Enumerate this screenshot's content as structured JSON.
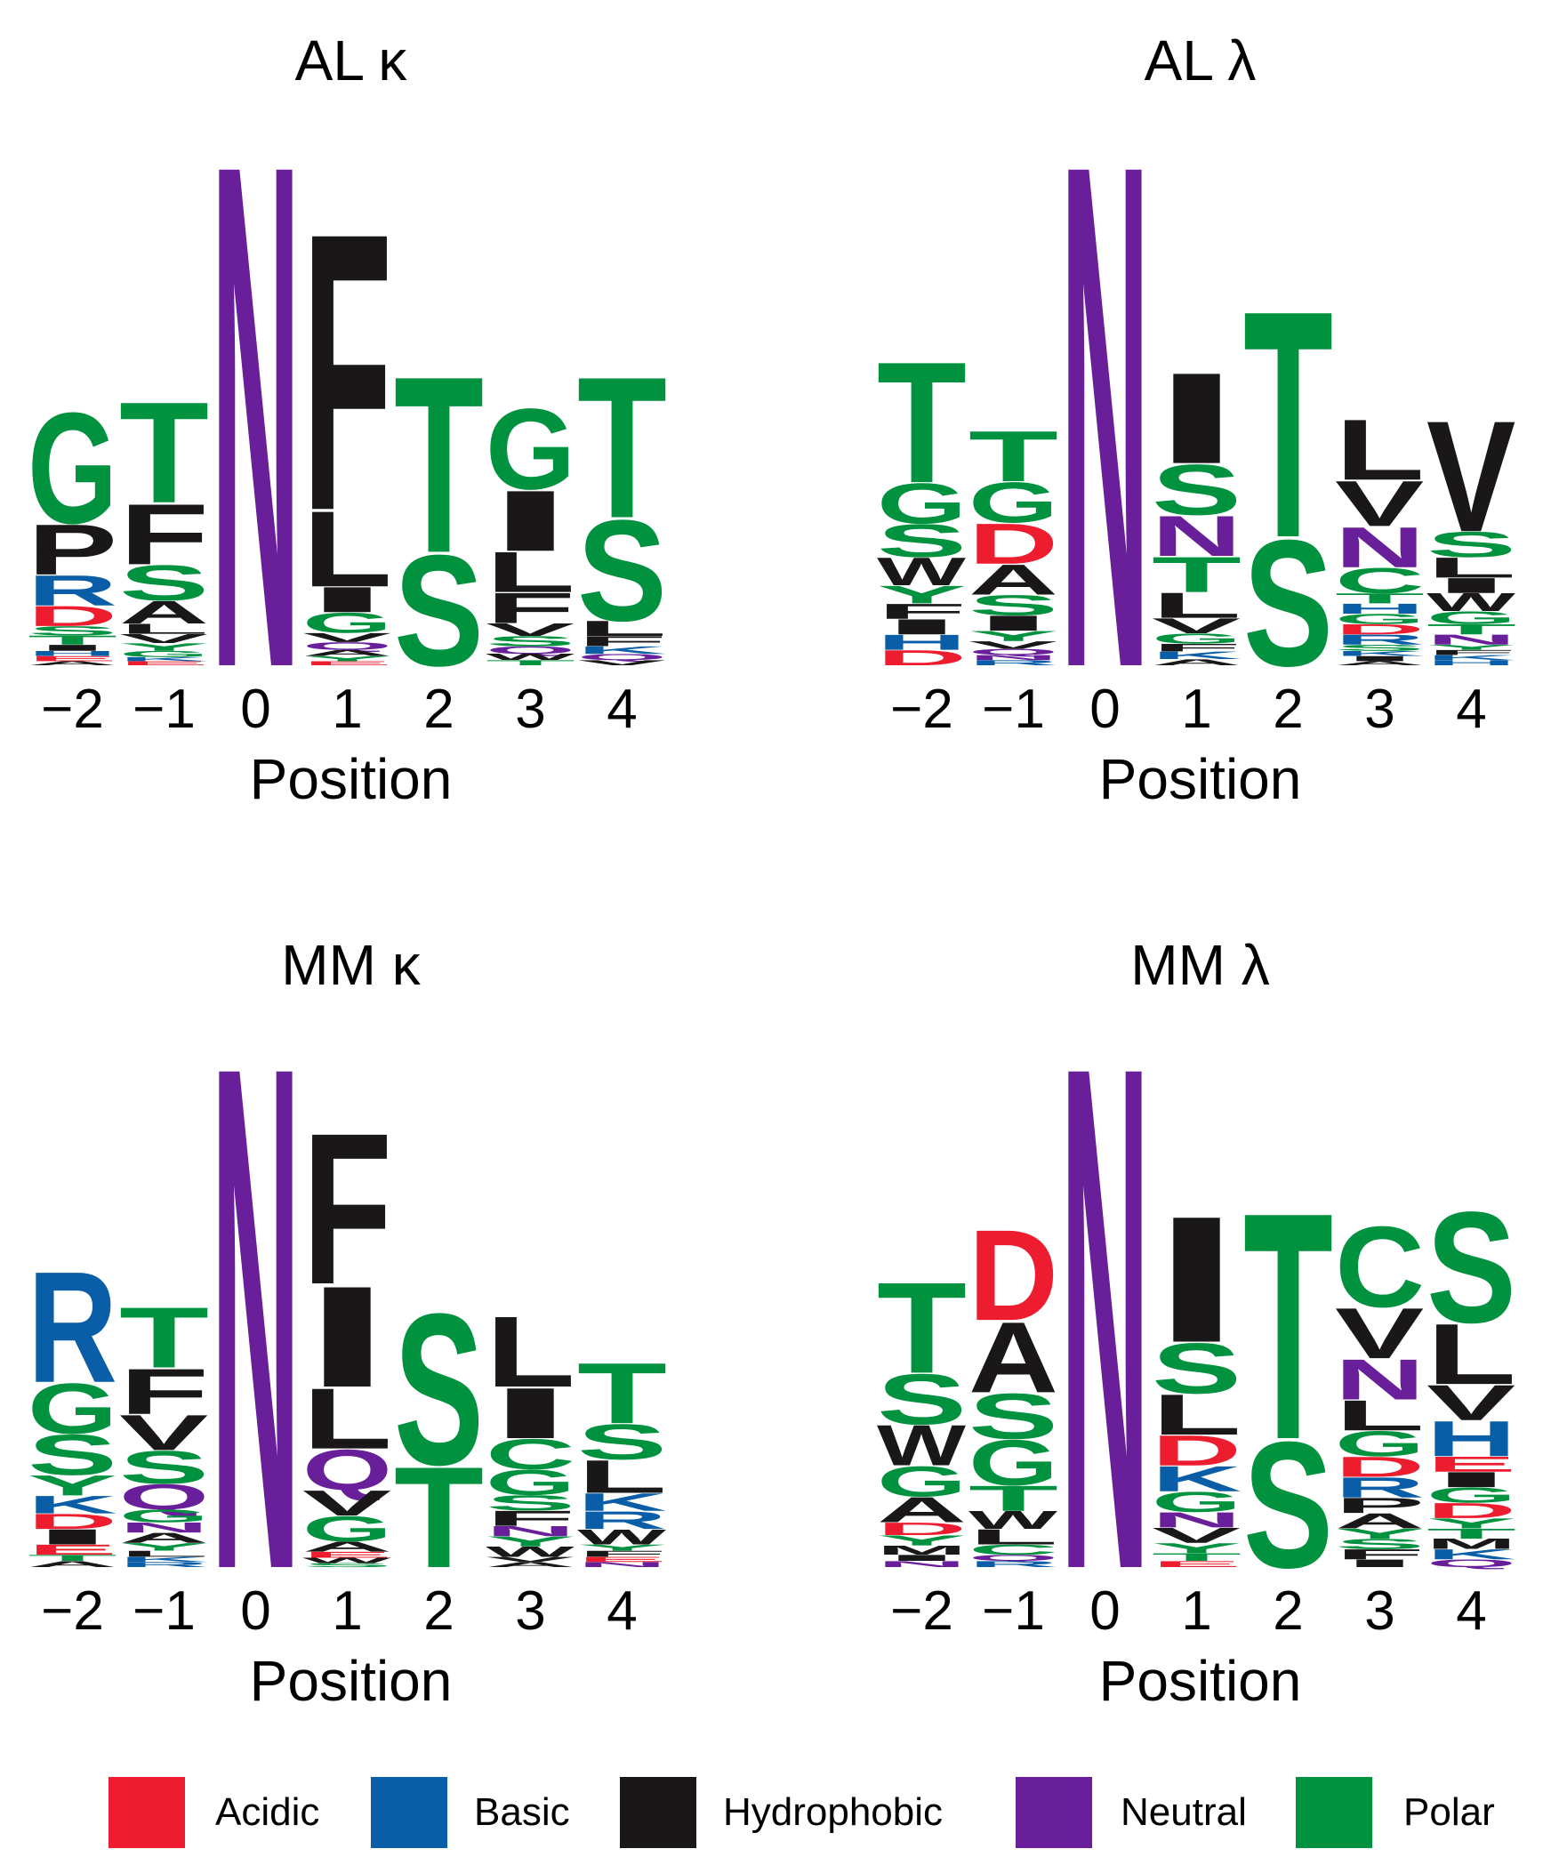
{
  "colors": {
    "Acidic": "#ed1c2e",
    "Basic": "#0a5ea8",
    "Hydrophobic": "#1a1718",
    "Neutral": "#6a1f9a",
    "Polar": "#00923f"
  },
  "legend": [
    {
      "label": "Acidic",
      "color": "#ed1c2e"
    },
    {
      "label": "Basic",
      "color": "#0a5ea8"
    },
    {
      "label": "Hydrophobic",
      "color": "#1a1718"
    },
    {
      "label": "Neutral",
      "color": "#6a1f9a"
    },
    {
      "label": "Polar",
      "color": "#00923f"
    }
  ],
  "chart_data": [
    {
      "type": "sequence-logo",
      "title": "AL κ",
      "xlabel": "Position",
      "positions": [
        "−2",
        "−1",
        "0",
        "1",
        "2",
        "3",
        "4"
      ],
      "columns": [
        [
          [
            "G",
            0.22
          ],
          [
            "P",
            0.1
          ],
          [
            "R",
            0.06
          ],
          [
            "D",
            0.04
          ],
          [
            "S",
            0.018
          ],
          [
            "T",
            0.018
          ],
          [
            "I",
            0.012
          ],
          [
            "H",
            0.01
          ],
          [
            "E",
            0.01
          ],
          [
            "A",
            0.008
          ]
        ],
        [
          [
            "T",
            0.2
          ],
          [
            "F",
            0.12
          ],
          [
            "S",
            0.07
          ],
          [
            "A",
            0.045
          ],
          [
            "L",
            0.02
          ],
          [
            "V",
            0.018
          ],
          [
            "Y",
            0.015
          ],
          [
            "G",
            0.012
          ],
          [
            "K",
            0.008
          ],
          [
            "E",
            0.008
          ]
        ],
        [
          [
            "N",
            1.0
          ]
        ],
        [
          [
            "F",
            0.55
          ],
          [
            "L",
            0.15
          ],
          [
            "I",
            0.05
          ],
          [
            "G",
            0.04
          ],
          [
            "V",
            0.018
          ],
          [
            "Q",
            0.015
          ],
          [
            "A",
            0.012
          ],
          [
            "Y",
            0.01
          ],
          [
            "E",
            0.008
          ]
        ],
        [
          [
            "T",
            0.35
          ],
          [
            "S",
            0.22
          ]
        ],
        [
          [
            "G",
            0.16
          ],
          [
            "I",
            0.12
          ],
          [
            "L",
            0.08
          ],
          [
            "F",
            0.06
          ],
          [
            "V",
            0.025
          ],
          [
            "S",
            0.02
          ],
          [
            "Q",
            0.015
          ],
          [
            "W",
            0.012
          ],
          [
            "T",
            0.01
          ]
        ],
        [
          [
            "T",
            0.28
          ],
          [
            "S",
            0.2
          ],
          [
            "L",
            0.03
          ],
          [
            "F",
            0.02
          ],
          [
            "K",
            0.015
          ],
          [
            "Q",
            0.012
          ],
          [
            "V",
            0.01
          ]
        ]
      ]
    },
    {
      "type": "sequence-logo",
      "title": "AL λ",
      "xlabel": "Position",
      "positions": [
        "−2",
        "−1",
        "0",
        "1",
        "2",
        "3",
        "4"
      ],
      "columns": [
        [
          [
            "T",
            0.24
          ],
          [
            "G",
            0.08
          ],
          [
            "S",
            0.065
          ],
          [
            "W",
            0.055
          ],
          [
            "Y",
            0.035
          ],
          [
            "F",
            0.03
          ],
          [
            "I",
            0.03
          ],
          [
            "H",
            0.03
          ],
          [
            "D",
            0.03
          ]
        ],
        [
          [
            "T",
            0.1
          ],
          [
            "G",
            0.08
          ],
          [
            "D",
            0.08
          ],
          [
            "A",
            0.06
          ],
          [
            "S",
            0.04
          ],
          [
            "I",
            0.03
          ],
          [
            "Y",
            0.02
          ],
          [
            "V",
            0.015
          ],
          [
            "Q",
            0.012
          ],
          [
            "N",
            0.01
          ],
          [
            "R",
            0.01
          ]
        ],
        [
          [
            "N",
            1.0
          ]
        ],
        [
          [
            "I",
            0.18
          ],
          [
            "S",
            0.1
          ],
          [
            "N",
            0.08
          ],
          [
            "T",
            0.07
          ],
          [
            "L",
            0.05
          ],
          [
            "V",
            0.03
          ],
          [
            "G",
            0.02
          ],
          [
            "F",
            0.015
          ],
          [
            "K",
            0.015
          ],
          [
            "A",
            0.012
          ]
        ],
        [
          [
            "T",
            0.45
          ],
          [
            "S",
            0.25
          ]
        ],
        [
          [
            "L",
            0.12
          ],
          [
            "V",
            0.09
          ],
          [
            "N",
            0.08
          ],
          [
            "C",
            0.05
          ],
          [
            "T",
            0.02
          ],
          [
            "H",
            0.02
          ],
          [
            "G",
            0.02
          ],
          [
            "D",
            0.02
          ],
          [
            "R",
            0.02
          ],
          [
            "S",
            0.012
          ],
          [
            "K",
            0.01
          ],
          [
            "I",
            0.01
          ],
          [
            "A",
            0.008
          ]
        ],
        [
          [
            "V",
            0.22
          ],
          [
            "S",
            0.05
          ],
          [
            "L",
            0.04
          ],
          [
            "I",
            0.03
          ],
          [
            "W",
            0.035
          ],
          [
            "G",
            0.025
          ],
          [
            "T",
            0.02
          ],
          [
            "N",
            0.02
          ],
          [
            "Y",
            0.01
          ],
          [
            "F",
            0.01
          ],
          [
            "K",
            0.01
          ],
          [
            "H",
            0.01
          ]
        ]
      ]
    },
    {
      "type": "sequence-logo",
      "title": "MM κ",
      "xlabel": "Position",
      "positions": [
        "−2",
        "−1",
        "0",
        "1",
        "2",
        "3",
        "4"
      ],
      "columns": [
        [
          [
            "R",
            0.22
          ],
          [
            "G",
            0.1
          ],
          [
            "S",
            0.08
          ],
          [
            "Y",
            0.04
          ],
          [
            "K",
            0.035
          ],
          [
            "D",
            0.03
          ],
          [
            "I",
            0.03
          ],
          [
            "E",
            0.02
          ],
          [
            "T",
            0.012
          ],
          [
            "A",
            0.012
          ]
        ],
        [
          [
            "T",
            0.12
          ],
          [
            "F",
            0.09
          ],
          [
            "V",
            0.07
          ],
          [
            "S",
            0.065
          ],
          [
            "Q",
            0.05
          ],
          [
            "G",
            0.025
          ],
          [
            "N",
            0.02
          ],
          [
            "A",
            0.02
          ],
          [
            "Y",
            0.015
          ],
          [
            "L",
            0.012
          ],
          [
            "K",
            0.01
          ],
          [
            "R",
            0.01
          ]
        ],
        [
          [
            "N",
            1.0
          ]
        ],
        [
          [
            "F",
            0.3
          ],
          [
            "I",
            0.2
          ],
          [
            "L",
            0.12
          ],
          [
            "Q",
            0.08
          ],
          [
            "V",
            0.05
          ],
          [
            "G",
            0.05
          ],
          [
            "A",
            0.02
          ],
          [
            "E",
            0.012
          ],
          [
            "W",
            0.01
          ],
          [
            "S",
            0.008
          ]
        ],
        [
          [
            "S",
            0.3
          ],
          [
            "T",
            0.2
          ]
        ],
        [
          [
            "L",
            0.14
          ],
          [
            "I",
            0.1
          ],
          [
            "C",
            0.06
          ],
          [
            "G",
            0.05
          ],
          [
            "S",
            0.03
          ],
          [
            "F",
            0.03
          ],
          [
            "N",
            0.02
          ],
          [
            "Y",
            0.02
          ],
          [
            "W",
            0.02
          ],
          [
            "V",
            0.01
          ],
          [
            "A",
            0.01
          ]
        ],
        [
          [
            "T",
            0.12
          ],
          [
            "S",
            0.07
          ],
          [
            "L",
            0.065
          ],
          [
            "K",
            0.035
          ],
          [
            "R",
            0.035
          ],
          [
            "W",
            0.03
          ],
          [
            "Y",
            0.012
          ],
          [
            "F",
            0.012
          ],
          [
            "E",
            0.01
          ],
          [
            "N",
            0.01
          ]
        ]
      ]
    },
    {
      "type": "sequence-logo",
      "title": "MM λ",
      "xlabel": "Position",
      "positions": [
        "−2",
        "−1",
        "0",
        "1",
        "2",
        "3",
        "4"
      ],
      "columns": [
        [
          [
            "T",
            0.18
          ],
          [
            "S",
            0.1
          ],
          [
            "W",
            0.08
          ],
          [
            "G",
            0.06
          ],
          [
            "A",
            0.05
          ],
          [
            "D",
            0.025
          ],
          [
            "Y",
            0.02
          ],
          [
            "M",
            0.018
          ],
          [
            "I",
            0.012
          ],
          [
            "N",
            0.012
          ]
        ],
        [
          [
            "D",
            0.18
          ],
          [
            "A",
            0.14
          ],
          [
            "S",
            0.09
          ],
          [
            "G",
            0.09
          ],
          [
            "T",
            0.05
          ],
          [
            "W",
            0.035
          ],
          [
            "L",
            0.03
          ],
          [
            "C",
            0.02
          ],
          [
            "Q",
            0.012
          ],
          [
            "R",
            0.012
          ]
        ],
        [
          [
            "N",
            1.0
          ]
        ],
        [
          [
            "I",
            0.25
          ],
          [
            "S",
            0.1
          ],
          [
            "L",
            0.08
          ],
          [
            "D",
            0.06
          ],
          [
            "K",
            0.05
          ],
          [
            "G",
            0.04
          ],
          [
            "N",
            0.03
          ],
          [
            "V",
            0.03
          ],
          [
            "Y",
            0.02
          ],
          [
            "T",
            0.015
          ],
          [
            "E",
            0.012
          ]
        ],
        [
          [
            "T",
            0.45
          ],
          [
            "S",
            0.25
          ]
        ],
        [
          [
            "C",
            0.16
          ],
          [
            "V",
            0.1
          ],
          [
            "N",
            0.08
          ],
          [
            "L",
            0.06
          ],
          [
            "G",
            0.05
          ],
          [
            "D",
            0.04
          ],
          [
            "R",
            0.04
          ],
          [
            "P",
            0.03
          ],
          [
            "A",
            0.03
          ],
          [
            "Y",
            0.02
          ],
          [
            "S",
            0.02
          ],
          [
            "F",
            0.02
          ],
          [
            "I",
            0.015
          ]
        ],
        [
          [
            "S",
            0.22
          ],
          [
            "L",
            0.12
          ],
          [
            "V",
            0.07
          ],
          [
            "H",
            0.07
          ],
          [
            "E",
            0.03
          ],
          [
            "I",
            0.03
          ],
          [
            "G",
            0.03
          ],
          [
            "D",
            0.03
          ],
          [
            "Y",
            0.02
          ],
          [
            "T",
            0.02
          ],
          [
            "M",
            0.02
          ],
          [
            "K",
            0.02
          ],
          [
            "Q",
            0.015
          ]
        ]
      ]
    }
  ]
}
